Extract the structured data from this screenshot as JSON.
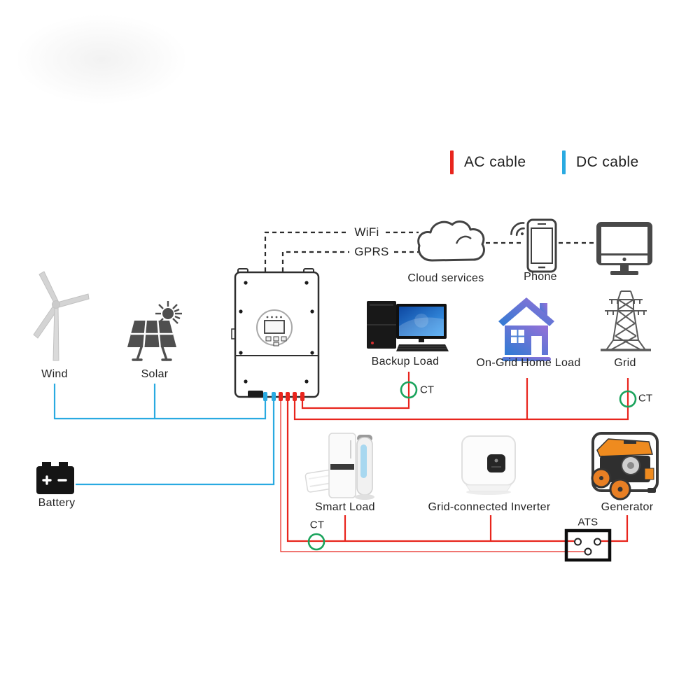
{
  "colors": {
    "ac": "#e8251d",
    "dc": "#29aae1",
    "ct_green": "#1aa35c",
    "icon_gray": "#4a4a4a",
    "text": "#222222"
  },
  "legend": {
    "ac_label": "AC cable",
    "dc_label": "DC cable"
  },
  "comm": {
    "wifi": "WiFi",
    "gprs": "GPRS",
    "cloud": "Cloud services",
    "phone": "Phone"
  },
  "sources": {
    "wind": "Wind",
    "solar": "Solar",
    "battery": "Battery"
  },
  "loads": {
    "backup": "Backup Load",
    "ongrid": "On-Grid Home Load",
    "grid": "Grid",
    "smart": "Smart Load",
    "gci": "Grid-connected Inverter",
    "generator": "Generator"
  },
  "devices": {
    "ats": "ATS"
  },
  "ct": {
    "backup": "CT",
    "grid": "CT",
    "smart": "CT"
  }
}
